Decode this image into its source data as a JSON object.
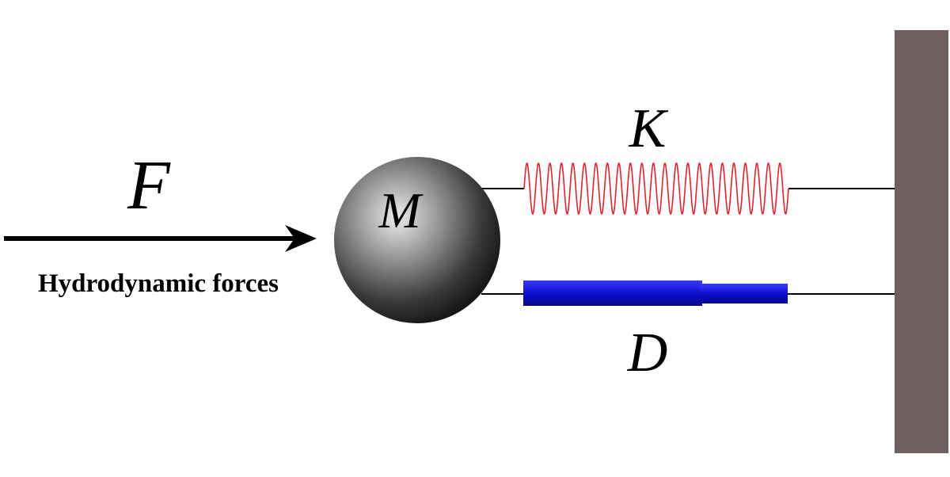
{
  "labels": {
    "force": "F",
    "force_caption": "Hydrodynamic forces",
    "mass": "M",
    "spring": "K",
    "damper": "D"
  },
  "colors": {
    "background": "#ffffff",
    "arrow": "#000000",
    "wall": "#6f5f5f",
    "spring": "#e0242a",
    "damper": "#1414c8",
    "connector": "#000000",
    "mass_light": "#e6e6e6",
    "mass_dark": "#1e1e1e"
  }
}
